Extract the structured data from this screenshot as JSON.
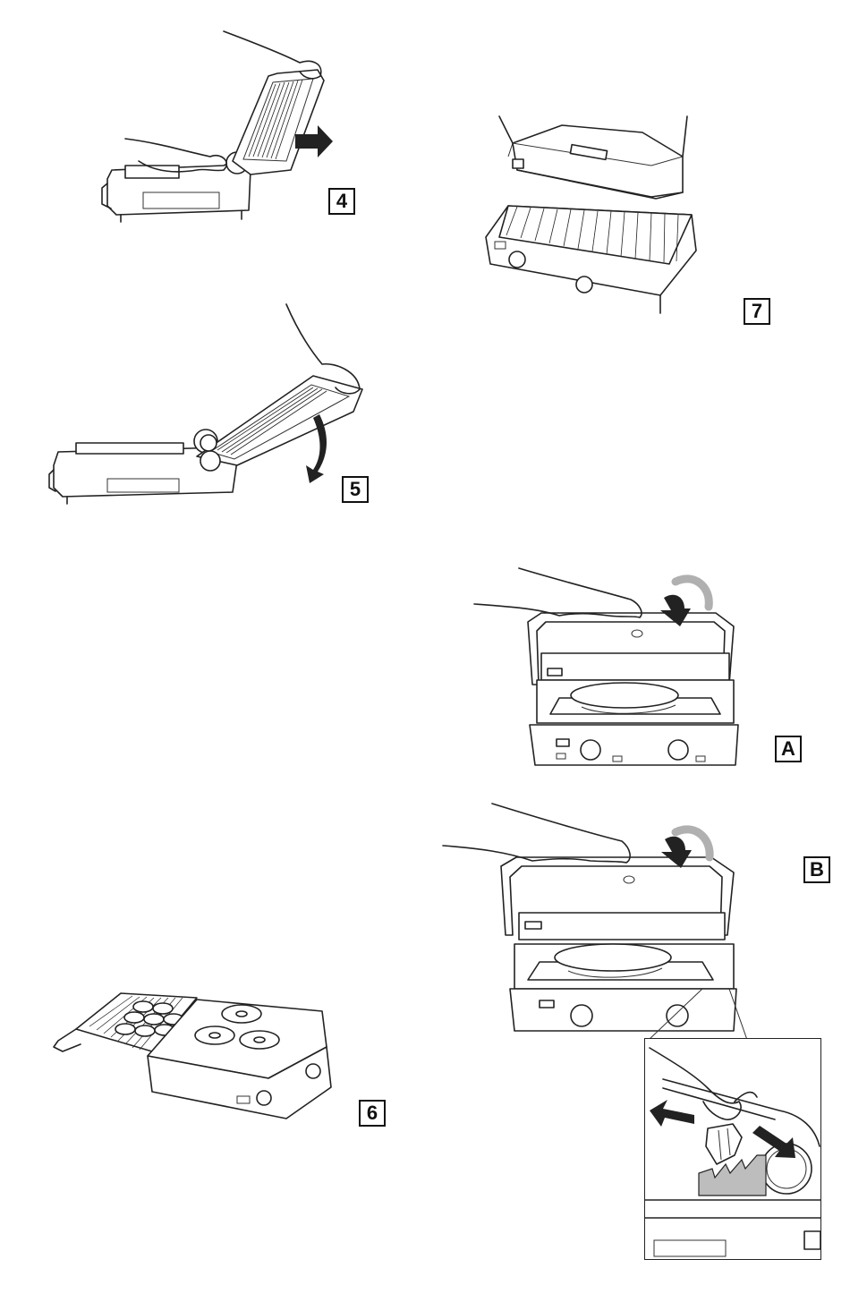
{
  "figures": {
    "fig4": {
      "label": "4"
    },
    "fig5": {
      "label": "5"
    },
    "fig6": {
      "label": "6"
    },
    "fig7": {
      "label": "7"
    },
    "figA": {
      "label": "A"
    },
    "figB": {
      "label": "B"
    }
  },
  "colors": {
    "line": "#222222",
    "arrow": "#222222",
    "arrow_back": "#b0b0b0",
    "background": "#ffffff"
  }
}
